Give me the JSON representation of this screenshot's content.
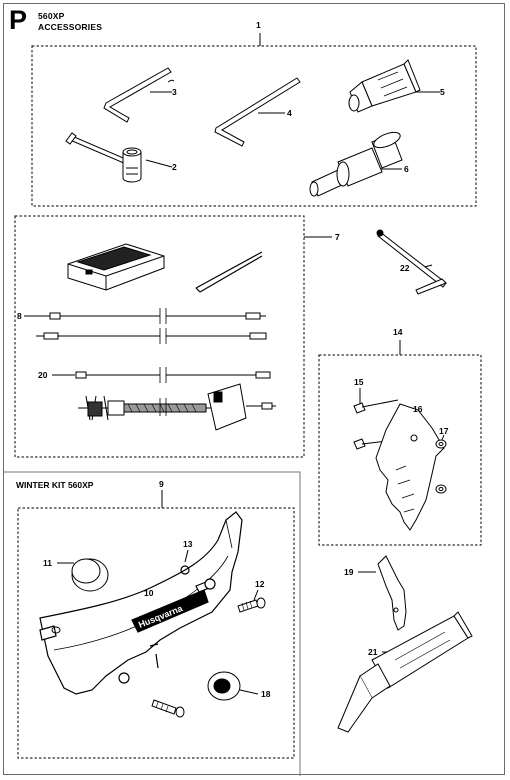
{
  "section": {
    "letter": "P",
    "model": "560XP",
    "title": "ACCESSORIES"
  },
  "winter_kit": {
    "title": "WINTER KIT 560XP"
  },
  "brand_decal": "Husqvarna",
  "callouts": {
    "c1": "1",
    "c2": "2",
    "c3": "3",
    "c4": "4",
    "c5": "5",
    "c6": "6",
    "c7": "7",
    "c8": "8",
    "c9": "9",
    "c10": "10",
    "c11": "11",
    "c12": "12",
    "c13": "13",
    "c14": "14",
    "c15": "15",
    "c16": "16",
    "c17": "17",
    "c18": "18",
    "c19": "19",
    "c20": "20",
    "c21": "21",
    "c22": "22"
  }
}
